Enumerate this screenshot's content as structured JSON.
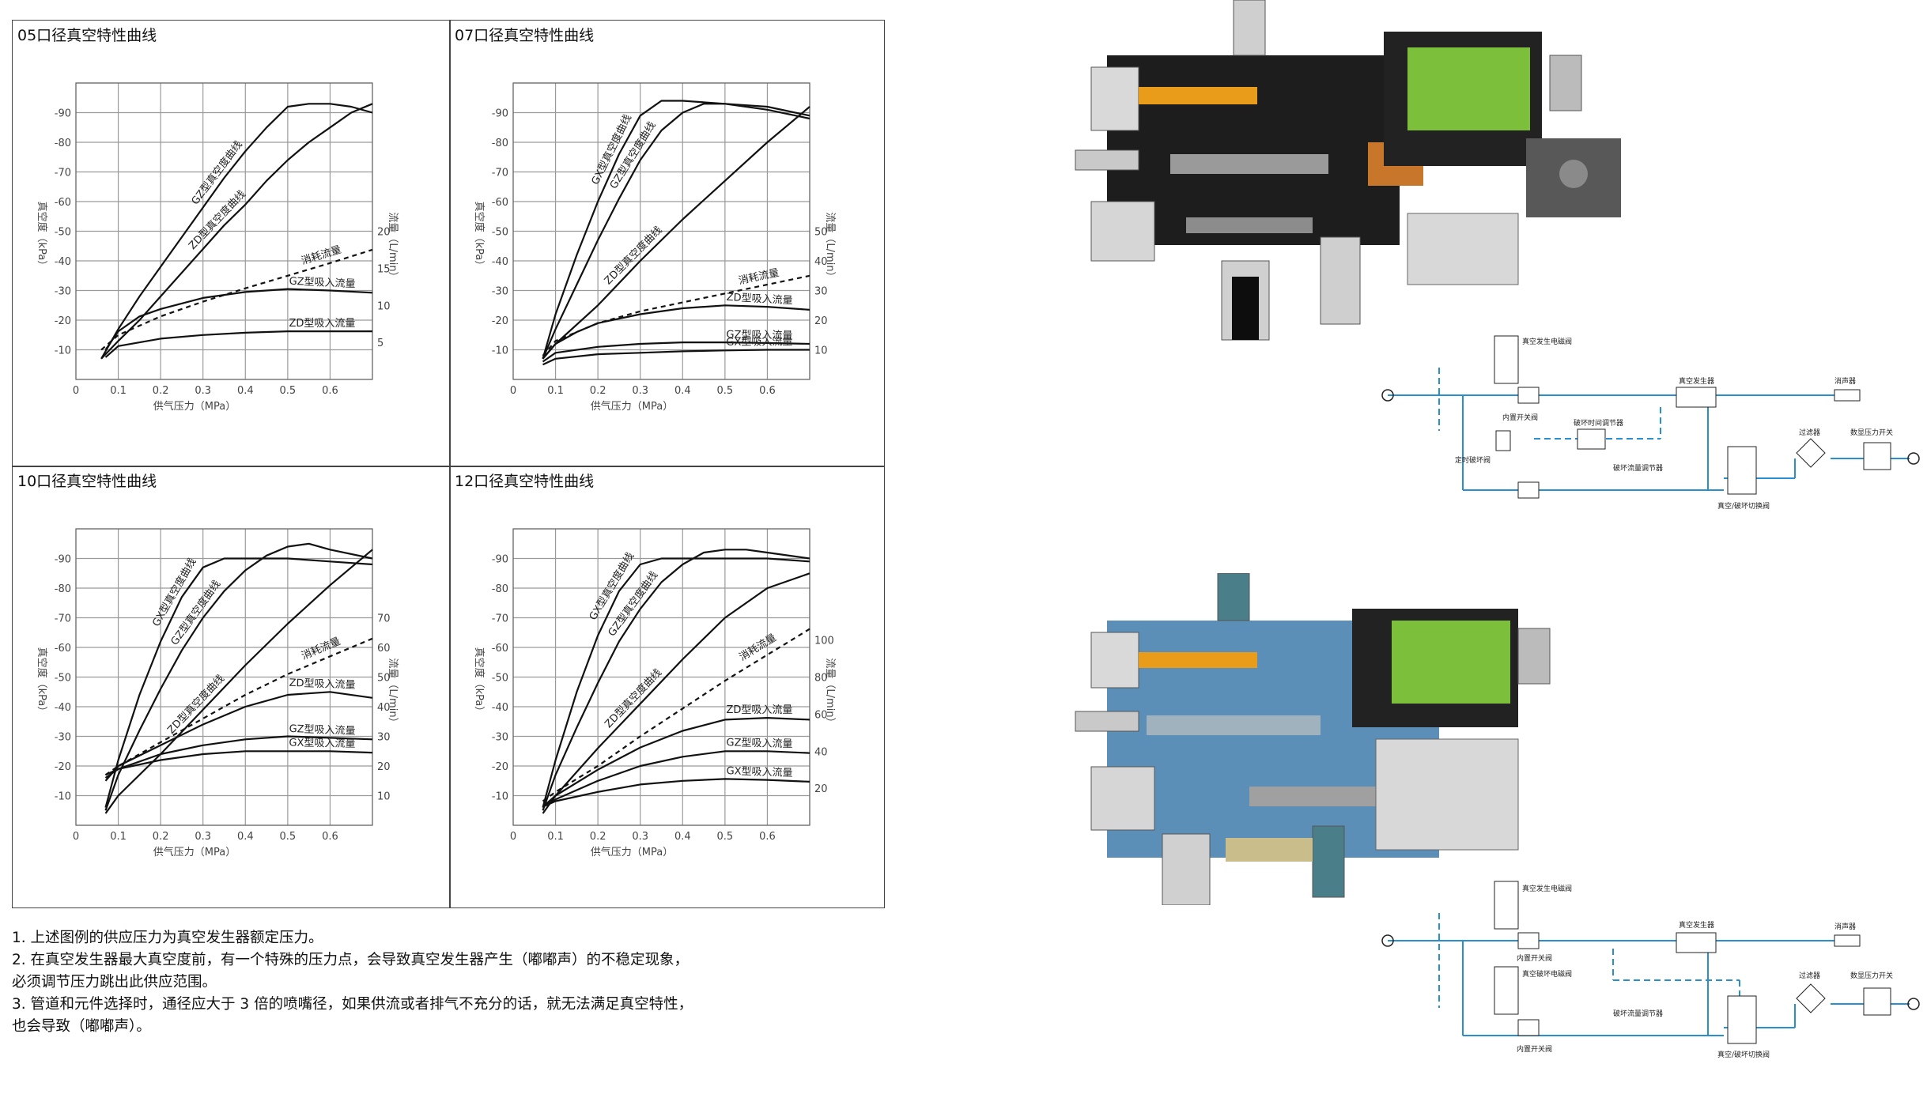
{
  "chart_data": [
    {
      "type": "line",
      "title": "05口径真空特性曲线",
      "xlabel": "供气压力（MPa）",
      "ylabel": "真空度（kPa）",
      "y2label": "流量（L/min）",
      "xlim": [
        0,
        0.7
      ],
      "ylim": [
        0,
        -100
      ],
      "x_ticks": [
        "0",
        "0.1",
        "0.2",
        "0.3",
        "0.4",
        "0.5",
        "0.6"
      ],
      "y_ticks": [
        "-10",
        "-20",
        "-30",
        "-40",
        "-50",
        "-60",
        "-70",
        "-80",
        "-90"
      ],
      "y2_ticks": [
        "5",
        "10",
        "15",
        "20"
      ],
      "y2lim": [
        0,
        40
      ],
      "grid": true,
      "series": [
        {
          "name": "GZ型真空度曲线",
          "axis": "left",
          "style": "solid",
          "x": [
            0.06,
            0.1,
            0.15,
            0.2,
            0.25,
            0.3,
            0.35,
            0.4,
            0.45,
            0.5,
            0.55,
            0.6,
            0.65,
            0.7
          ],
          "y": [
            -7,
            -17,
            -28,
            -38,
            -48,
            -58,
            -68,
            -77,
            -85,
            -92,
            -93,
            -93,
            -92,
            -90
          ]
        },
        {
          "name": "ZD型真空度曲线",
          "axis": "left",
          "style": "solid",
          "x": [
            0.06,
            0.1,
            0.15,
            0.2,
            0.25,
            0.3,
            0.35,
            0.4,
            0.45,
            0.5,
            0.55,
            0.6,
            0.65,
            0.7
          ],
          "y": [
            -7,
            -13,
            -20,
            -28,
            -36,
            -44,
            -52,
            -59,
            -67,
            -74,
            -80,
            -85,
            -90,
            -93
          ]
        },
        {
          "name": "消耗流量",
          "axis": "right",
          "style": "dashed",
          "x": [
            0.06,
            0.1,
            0.2,
            0.3,
            0.4,
            0.5,
            0.6,
            0.7
          ],
          "y": [
            4,
            6,
            8.5,
            10.5,
            12.3,
            14,
            15.7,
            17.5
          ]
        },
        {
          "name": "GZ型吸入流量",
          "axis": "right",
          "style": "solid",
          "x": [
            0.07,
            0.1,
            0.15,
            0.2,
            0.3,
            0.4,
            0.5,
            0.6,
            0.7
          ],
          "y": [
            4,
            6.5,
            8.5,
            9.5,
            11,
            11.8,
            12.2,
            12,
            11.7
          ]
        },
        {
          "name": "ZD型吸入流量",
          "axis": "right",
          "style": "solid",
          "x": [
            0.07,
            0.1,
            0.2,
            0.3,
            0.4,
            0.5,
            0.6,
            0.7
          ],
          "y": [
            3,
            4.5,
            5.5,
            6,
            6.3,
            6.5,
            6.5,
            6.5
          ]
        }
      ]
    },
    {
      "type": "line",
      "title": "07口径真空特性曲线",
      "xlabel": "供气压力（MPa）",
      "ylabel": "真空度（kPa）",
      "y2label": "流量（L/min）",
      "xlim": [
        0,
        0.7
      ],
      "ylim": [
        0,
        -100
      ],
      "x_ticks": [
        "0",
        "0.1",
        "0.2",
        "0.3",
        "0.4",
        "0.5",
        "0.6"
      ],
      "y_ticks": [
        "-10",
        "-20",
        "-30",
        "-40",
        "-50",
        "-60",
        "-70",
        "-80",
        "-90"
      ],
      "y2_ticks": [
        "10",
        "20",
        "30",
        "40",
        "50"
      ],
      "y2lim": [
        0,
        100
      ],
      "grid": true,
      "series": [
        {
          "name": "GX型真空度曲线",
          "axis": "left",
          "style": "solid",
          "x": [
            0.07,
            0.1,
            0.15,
            0.2,
            0.25,
            0.3,
            0.35,
            0.4,
            0.5,
            0.6,
            0.7
          ],
          "y": [
            -7,
            -22,
            -42,
            -60,
            -76,
            -89,
            -94,
            -94,
            -93,
            -91,
            -88
          ]
        },
        {
          "name": "GZ型真空度曲线",
          "axis": "left",
          "style": "solid",
          "x": [
            0.07,
            0.1,
            0.15,
            0.2,
            0.25,
            0.3,
            0.35,
            0.4,
            0.45,
            0.5,
            0.6,
            0.7
          ],
          "y": [
            -7,
            -17,
            -32,
            -47,
            -61,
            -74,
            -84,
            -90,
            -93,
            -93,
            -92,
            -89
          ]
        },
        {
          "name": "ZD型真空度曲线",
          "axis": "left",
          "style": "solid",
          "x": [
            0.07,
            0.1,
            0.2,
            0.3,
            0.4,
            0.5,
            0.6,
            0.7
          ],
          "y": [
            -7,
            -12,
            -25,
            -40,
            -54,
            -67,
            -80,
            -92
          ]
        },
        {
          "name": "消耗流量",
          "axis": "right",
          "style": "dashed",
          "x": [
            0.07,
            0.1,
            0.2,
            0.3,
            0.4,
            0.5,
            0.6,
            0.7
          ],
          "y": [
            8,
            13,
            19,
            23,
            26,
            29,
            32,
            35
          ]
        },
        {
          "name": "ZD型吸入流量",
          "axis": "right",
          "style": "solid",
          "x": [
            0.07,
            0.1,
            0.15,
            0.2,
            0.3,
            0.4,
            0.5,
            0.6,
            0.7
          ],
          "y": [
            7,
            12,
            16,
            19,
            22,
            24,
            25,
            24.5,
            23.5
          ]
        },
        {
          "name": "GZ型吸入流量",
          "axis": "right",
          "style": "solid",
          "x": [
            0.07,
            0.1,
            0.2,
            0.3,
            0.4,
            0.5,
            0.6,
            0.7
          ],
          "y": [
            6,
            9,
            11,
            12,
            12.5,
            12.5,
            12.3,
            12
          ]
        },
        {
          "name": "GX型吸入流量",
          "axis": "right",
          "style": "solid",
          "x": [
            0.07,
            0.1,
            0.2,
            0.3,
            0.4,
            0.5,
            0.6,
            0.7
          ],
          "y": [
            5,
            7,
            8.5,
            9,
            9.5,
            9.8,
            10,
            10
          ]
        }
      ]
    },
    {
      "type": "line",
      "title": "10口径真空特性曲线",
      "xlabel": "供气压力（MPa）",
      "ylabel": "真空度（kPa）",
      "y2label": "流量（L/min）",
      "xlim": [
        0,
        0.7
      ],
      "ylim": [
        0,
        -100
      ],
      "x_ticks": [
        "0",
        "0.1",
        "0.2",
        "0.3",
        "0.4",
        "0.5",
        "0.6"
      ],
      "y_ticks": [
        "-10",
        "-20",
        "-30",
        "-40",
        "-50",
        "-60",
        "-70",
        "-80",
        "-90"
      ],
      "y2_ticks": [
        "10",
        "20",
        "30",
        "40",
        "50",
        "60",
        "70"
      ],
      "y2lim": [
        0,
        100
      ],
      "grid": true,
      "series": [
        {
          "name": "GX型真空度曲线",
          "axis": "left",
          "style": "solid",
          "x": [
            0.07,
            0.1,
            0.15,
            0.2,
            0.25,
            0.3,
            0.35,
            0.4,
            0.5,
            0.6,
            0.7
          ],
          "y": [
            -6,
            -22,
            -44,
            -62,
            -77,
            -87,
            -90,
            -90,
            -90,
            -89,
            -88
          ]
        },
        {
          "name": "GZ型真空度曲线",
          "axis": "left",
          "style": "solid",
          "x": [
            0.07,
            0.1,
            0.15,
            0.2,
            0.25,
            0.3,
            0.35,
            0.4,
            0.45,
            0.5,
            0.55,
            0.6,
            0.7
          ],
          "y": [
            -5,
            -17,
            -32,
            -46,
            -59,
            -70,
            -79,
            -86,
            -91,
            -94,
            -95,
            -93,
            -90
          ]
        },
        {
          "name": "ZD型真空度曲线",
          "axis": "left",
          "style": "solid",
          "x": [
            0.07,
            0.1,
            0.2,
            0.3,
            0.4,
            0.5,
            0.6,
            0.7
          ],
          "y": [
            -4,
            -10,
            -24,
            -39,
            -54,
            -68,
            -81,
            -93
          ]
        },
        {
          "name": "消耗流量",
          "axis": "right",
          "style": "dashed",
          "x": [
            0.07,
            0.1,
            0.2,
            0.3,
            0.4,
            0.5,
            0.6,
            0.7
          ],
          "y": [
            17,
            20,
            28,
            36,
            44,
            51,
            57,
            63
          ]
        },
        {
          "name": "ZD型吸入流量",
          "axis": "right",
          "style": "solid",
          "x": [
            0.07,
            0.1,
            0.2,
            0.3,
            0.4,
            0.5,
            0.6,
            0.7
          ],
          "y": [
            15,
            20,
            27,
            34,
            40,
            44,
            45,
            43
          ]
        },
        {
          "name": "GZ型吸入流量",
          "axis": "right",
          "style": "solid",
          "x": [
            0.07,
            0.1,
            0.2,
            0.3,
            0.4,
            0.5,
            0.6,
            0.7
          ],
          "y": [
            16,
            19,
            24,
            27,
            29,
            30,
            29.5,
            29
          ]
        },
        {
          "name": "GX型吸入流量",
          "axis": "right",
          "style": "solid",
          "x": [
            0.07,
            0.1,
            0.2,
            0.3,
            0.4,
            0.5,
            0.6,
            0.7
          ],
          "y": [
            17,
            19,
            22,
            24,
            25,
            25,
            25,
            24.5
          ]
        }
      ]
    },
    {
      "type": "line",
      "title": "12口径真空特性曲线",
      "xlabel": "供气压力（MPa）",
      "ylabel": "真空度（kPa）",
      "y2label": "流量（L/min）",
      "xlim": [
        0,
        0.7
      ],
      "ylim": [
        0,
        -100
      ],
      "x_ticks": [
        "0",
        "0.1",
        "0.2",
        "0.3",
        "0.4",
        "0.5",
        "0.6"
      ],
      "y_ticks": [
        "-10",
        "-20",
        "-30",
        "-40",
        "-50",
        "-60",
        "-70",
        "-80",
        "-90"
      ],
      "y2_ticks": [
        "20",
        "40",
        "60",
        "80",
        "100"
      ],
      "y2lim": [
        0,
        160
      ],
      "grid": true,
      "series": [
        {
          "name": "GX型真空度曲线",
          "axis": "left",
          "style": "solid",
          "x": [
            0.07,
            0.1,
            0.15,
            0.2,
            0.25,
            0.3,
            0.35,
            0.4,
            0.5,
            0.6,
            0.7
          ],
          "y": [
            -6,
            -22,
            -45,
            -64,
            -79,
            -88,
            -90,
            -90,
            -90,
            -90,
            -89
          ]
        },
        {
          "name": "GZ型真空度曲线",
          "axis": "left",
          "style": "solid",
          "x": [
            0.07,
            0.1,
            0.15,
            0.2,
            0.25,
            0.3,
            0.35,
            0.4,
            0.45,
            0.5,
            0.55,
            0.6,
            0.7
          ],
          "y": [
            -5,
            -17,
            -33,
            -48,
            -62,
            -73,
            -82,
            -88,
            -92,
            -93,
            -93,
            -92,
            -90
          ]
        },
        {
          "name": "ZD型真空度曲线",
          "axis": "left",
          "style": "solid",
          "x": [
            0.07,
            0.1,
            0.2,
            0.3,
            0.4,
            0.5,
            0.6,
            0.7
          ],
          "y": [
            -4,
            -10,
            -26,
            -41,
            -56,
            -70,
            -80,
            -85
          ]
        },
        {
          "name": "消耗流量",
          "axis": "right",
          "style": "dashed",
          "x": [
            0.07,
            0.1,
            0.2,
            0.3,
            0.4,
            0.5,
            0.6,
            0.7
          ],
          "y": [
            13,
            18,
            32,
            48,
            63,
            78,
            92,
            106
          ]
        },
        {
          "name": "ZD型吸入流量",
          "axis": "right",
          "style": "solid",
          "x": [
            0.07,
            0.1,
            0.2,
            0.3,
            0.4,
            0.5,
            0.6,
            0.7
          ],
          "y": [
            10,
            16,
            30,
            42,
            51,
            57,
            58,
            57
          ]
        },
        {
          "name": "GZ型吸入流量",
          "axis": "right",
          "style": "solid",
          "x": [
            0.07,
            0.1,
            0.2,
            0.3,
            0.4,
            0.5,
            0.6,
            0.7
          ],
          "y": [
            10,
            14,
            24,
            32,
            37,
            40,
            40,
            39
          ]
        },
        {
          "name": "GX型吸入流量",
          "axis": "right",
          "style": "solid",
          "x": [
            0.07,
            0.1,
            0.2,
            0.3,
            0.4,
            0.5,
            0.6,
            0.7
          ],
          "y": [
            10,
            13,
            18,
            22,
            24,
            25,
            24.5,
            23.5
          ]
        }
      ]
    }
  ],
  "notes": [
    "1. 上述图例的供应压力为真空发生器额定压力。",
    "2. 在真空发生器最大真空度前，有一个特殊的压力点，会导致真空发生器产生（嘟嘟声）的不稳定现象，",
    "必须调节压力跳出此供应范围。",
    "3. 管道和元件选择时，通径应大于 3 倍的喷嘴径，如果供流或者排气不充分的话，就无法满足真空特性，",
    "也会导致（嘟嘟声）。"
  ],
  "schematic_top": {
    "labels": {
      "solenoid": "真空发生电磁阀",
      "pressure_switch": "内置开关阀",
      "generator": "真空发生器",
      "silencer": "消声器",
      "timer_reg": "破坏时间调节器",
      "timed_break": "定时破坏阀",
      "flow_reg": "破坏流量调节器",
      "switch_valve": "真空/破坏切换阀",
      "filter": "过滤器",
      "digital_switch": "数显压力开关"
    }
  },
  "schematic_bottom": {
    "labels": {
      "solenoid": "真空发生电磁阀",
      "pressure_switch": "内置开关阀",
      "generator": "真空发生器",
      "silencer": "消声器",
      "break_solenoid": "真空破坏电磁阀",
      "pressure_switch2": "内置开关阀",
      "flow_reg": "破坏流量调节器",
      "switch_valve": "真空/破坏切换阀",
      "filter": "过滤器",
      "digital_switch": "数显压力开关"
    }
  },
  "colors": {
    "line": "#111111",
    "grid": "#9a9a9a",
    "pipe": "#2a8fd0",
    "module_green": "#7cbf3a",
    "brass": "#e8a020",
    "steel_blue": "#5b8fb8"
  }
}
